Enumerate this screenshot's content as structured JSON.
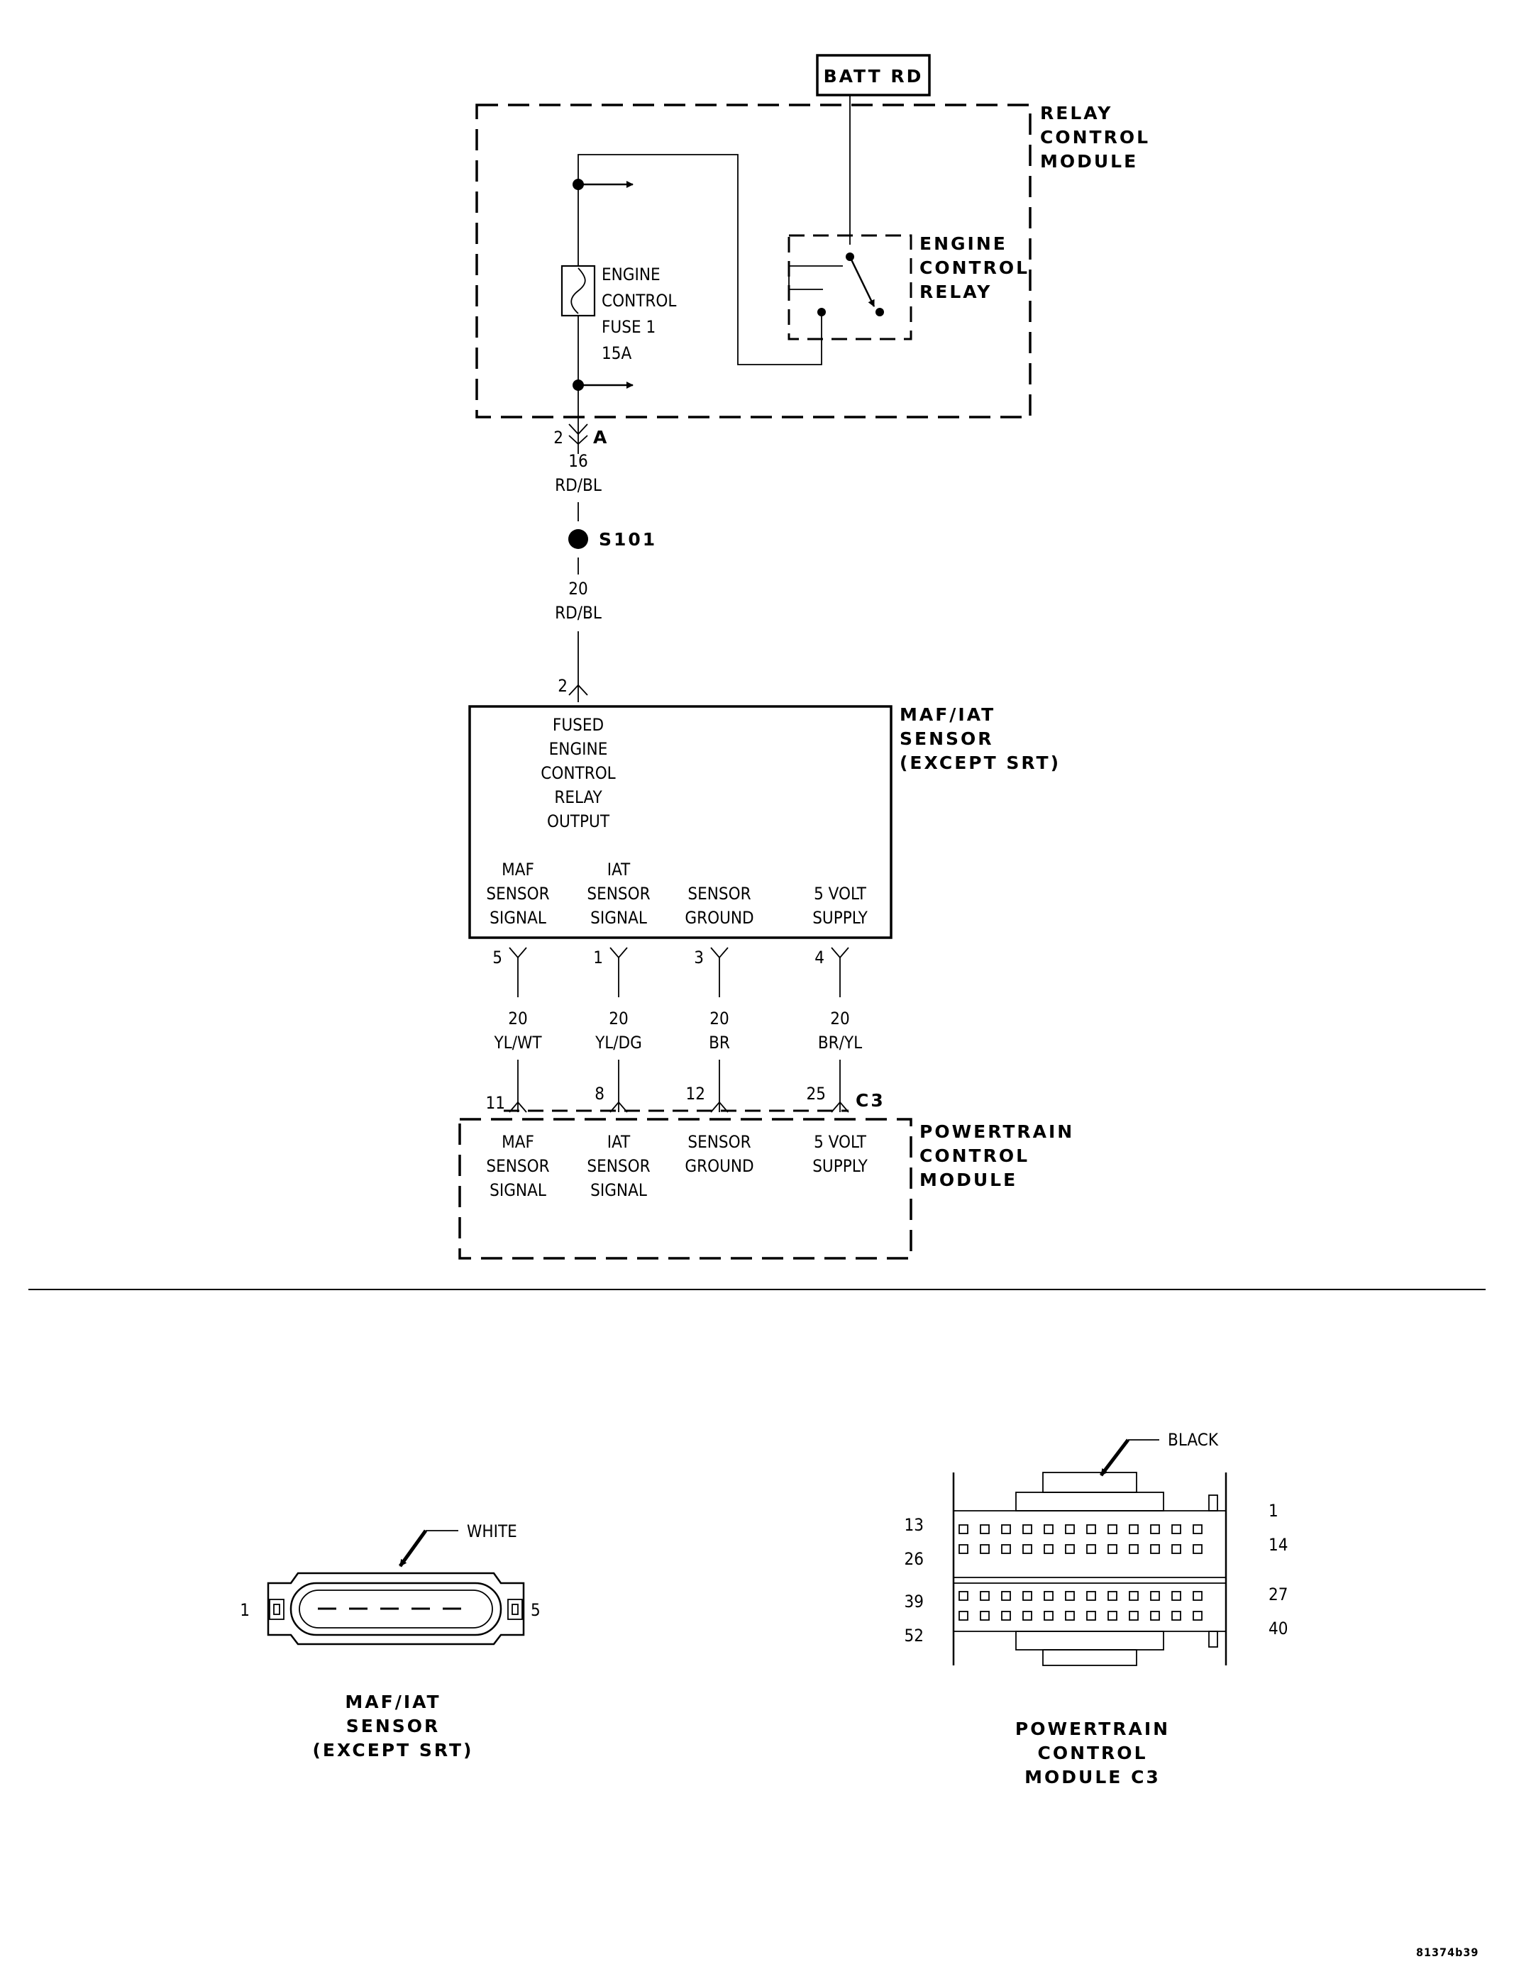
{
  "batt": "BATT RD",
  "relay_module": {
    "l1": "RELAY",
    "l2": "CONTROL",
    "l3": "MODULE"
  },
  "fuse": {
    "l1": "ENGINE",
    "l2": "CONTROL",
    "l3": "FUSE 1",
    "l4": "15A"
  },
  "relay": {
    "l1": "ENGINE",
    "l2": "CONTROL",
    "l3": "RELAY"
  },
  "connA": {
    "pin": "2",
    "name": "A"
  },
  "wire_a": {
    "gauge": "16",
    "color": "RD/BL"
  },
  "splice": "S101",
  "wire_b": {
    "gauge": "20",
    "color": "RD/BL"
  },
  "maf_pin_top": "2",
  "maf_box": {
    "title": {
      "l1": "MAF/IAT",
      "l2": "SENSOR",
      "l3": "(EXCEPT SRT)"
    },
    "fused": {
      "l1": "FUSED",
      "l2": "ENGINE",
      "l3": "CONTROL",
      "l4": "RELAY",
      "l5": "OUTPUT"
    }
  },
  "pins": [
    {
      "label": {
        "l1": "MAF",
        "l2": "SENSOR",
        "l3": "SIGNAL"
      },
      "maf_pin": "5",
      "gauge": "20",
      "color": "YL/WT",
      "pcm_pin": "11"
    },
    {
      "label": {
        "l1": "IAT",
        "l2": "SENSOR",
        "l3": "SIGNAL"
      },
      "maf_pin": "1",
      "gauge": "20",
      "color": "YL/DG",
      "pcm_pin": "8"
    },
    {
      "label": {
        "l1": "SENSOR",
        "l2": "GROUND",
        "l3": ""
      },
      "maf_pin": "3",
      "gauge": "20",
      "color": "BR",
      "pcm_pin": "12"
    },
    {
      "label": {
        "l1": "5 VOLT",
        "l2": "SUPPLY",
        "l3": ""
      },
      "maf_pin": "4",
      "gauge": "20",
      "color": "BR/YL",
      "pcm_pin": "25"
    }
  ],
  "pcm_conn": "C3",
  "pcm": {
    "l1": "POWERTRAIN",
    "l2": "CONTROL",
    "l3": "MODULE"
  },
  "maf_connector": {
    "color": "WHITE",
    "pin_left": "1",
    "pin_right": "5",
    "caption": {
      "l1": "MAF/IAT",
      "l2": "SENSOR",
      "l3": "(EXCEPT SRT)"
    }
  },
  "pcm_connector": {
    "color": "BLACK",
    "left_pins": {
      "p13": "13",
      "p26": "26",
      "p39": "39",
      "p52": "52"
    },
    "right_pins": {
      "p1": "1",
      "p14": "14",
      "p27": "27",
      "p40": "40"
    },
    "caption": {
      "l1": "POWERTRAIN",
      "l2": "CONTROL",
      "l3": "MODULE C3"
    }
  },
  "figure_id": "81374b39"
}
